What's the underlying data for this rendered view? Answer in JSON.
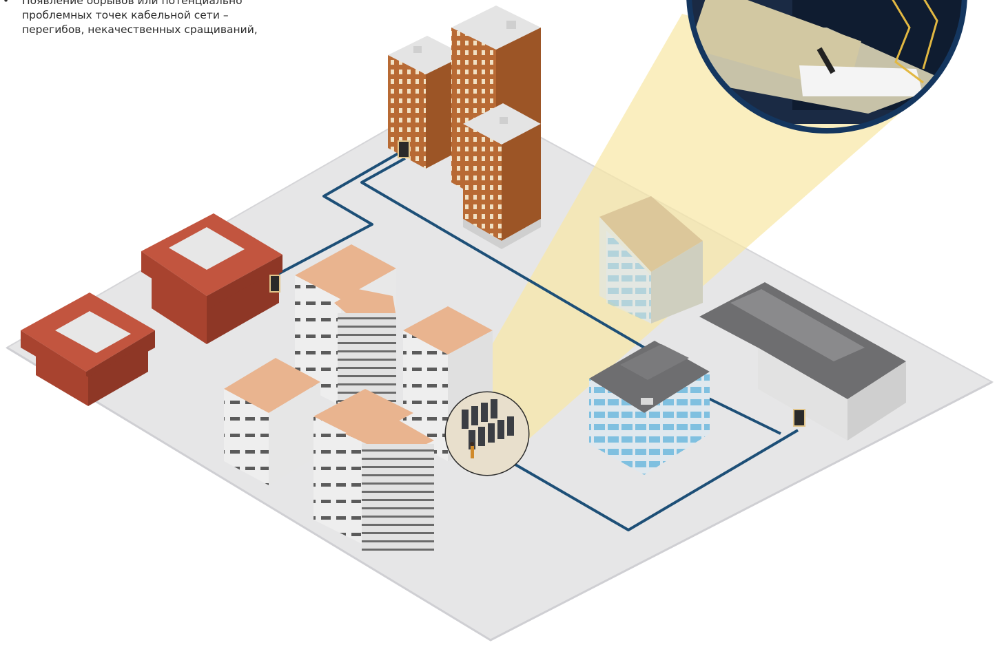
{
  "text": {
    "bullet_marker": "•",
    "bullet_lines": [
      "Появление обрывов или потенциально",
      "проблемных точек кабельной сети –",
      "перегибов, некачественных сращиваний,"
    ]
  },
  "colors": {
    "ground": "#e6e6e7",
    "ground_edge": "#d5d5d8",
    "cable": "#1d4f77",
    "spotlight": "#f8e7a6",
    "brick": "#b86a34",
    "red_roof": "#c2553f",
    "peach_roof": "#e9b48f",
    "dark_roof": "#6e6e70",
    "blue_glass": "#7fc0e0",
    "photo_ring": "#14365f"
  },
  "icons": {
    "photo": "technician-photo",
    "server_room": "server-room-icon"
  }
}
